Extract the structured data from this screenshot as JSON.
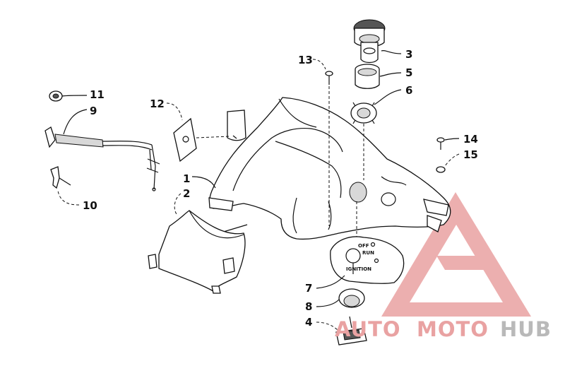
{
  "callouts": {
    "c1": "1",
    "c2": "2",
    "c3": "3",
    "c4": "4",
    "c5": "5",
    "c6": "6",
    "c7": "7",
    "c8": "8",
    "c9": "9",
    "c10": "10",
    "c11": "11",
    "c12": "12",
    "c13": "13",
    "c14": "14",
    "c15": "15"
  },
  "switch_plate": {
    "off": "OFF",
    "run": "RUN",
    "ignition": "IGNITION"
  },
  "watermark": {
    "part1": "AUTO",
    "part2": "MOTO",
    "part3": "HUB",
    "red_color": "#e9a2a2",
    "grey_color": "#b9b9b9"
  }
}
